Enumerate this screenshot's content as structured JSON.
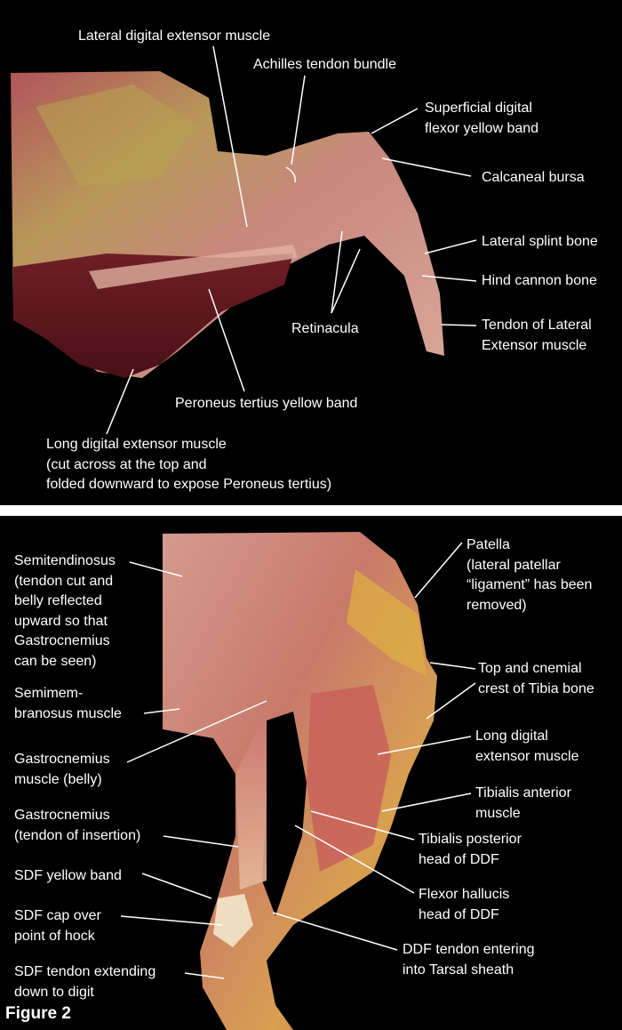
{
  "top_panel": {
    "labels": [
      {
        "id": "lateral-digital-extensor",
        "lines": [
          "Lateral digital extensor muscle"
        ]
      },
      {
        "id": "achilles-tendon-bundle",
        "lines": [
          "Achilles tendon bundle"
        ]
      },
      {
        "id": "superficial-digital-flexor",
        "lines": [
          "Superficial digital",
          "flexor yellow band"
        ]
      },
      {
        "id": "calcaneal-bursa",
        "lines": [
          "Calcaneal bursa"
        ]
      },
      {
        "id": "lateral-splint-bone",
        "lines": [
          "Lateral splint bone"
        ]
      },
      {
        "id": "hind-cannon-bone",
        "lines": [
          "Hind cannon bone"
        ]
      },
      {
        "id": "tendon-lateral-extensor",
        "lines": [
          "Tendon of Lateral",
          "Extensor muscle"
        ]
      },
      {
        "id": "retinacula",
        "lines": [
          "Retinacula"
        ]
      },
      {
        "id": "peroneus-tertius",
        "lines": [
          "Peroneus tertius yellow band"
        ]
      },
      {
        "id": "long-digital-extensor",
        "lines": [
          "Long digital extensor muscle",
          "(cut across at the top and",
          "folded downward to expose Peroneus tertius)"
        ]
      }
    ]
  },
  "bottom_panel": {
    "labels": [
      {
        "id": "semitendinosus",
        "lines": [
          "Semitendinosus",
          "(tendon cut and",
          "belly reflected",
          "upward so that",
          "Gastrocnemius",
          "can be seen)"
        ]
      },
      {
        "id": "semimembranosus",
        "lines": [
          "Semimem-",
          "branosus muscle"
        ]
      },
      {
        "id": "gastrocnemius-belly",
        "lines": [
          "Gastrocnemius",
          "muscle (belly)"
        ]
      },
      {
        "id": "gastrocnemius-tendon",
        "lines": [
          "Gastrocnemius",
          "(tendon of insertion)"
        ]
      },
      {
        "id": "sdf-yellow-band",
        "lines": [
          "SDF yellow band"
        ]
      },
      {
        "id": "sdf-cap",
        "lines": [
          "SDF cap over",
          "point of hock"
        ]
      },
      {
        "id": "sdf-tendon",
        "lines": [
          "SDF tendon extending",
          "down to digit"
        ]
      },
      {
        "id": "patella",
        "lines": [
          "Patella",
          "(lateral patellar",
          "“ligament” has been",
          "removed)"
        ]
      },
      {
        "id": "tibia-crest",
        "lines": [
          "Top and cnemial",
          "crest of Tibia bone"
        ]
      },
      {
        "id": "long-digital-extensor-2",
        "lines": [
          "Long digital",
          "extensor muscle"
        ]
      },
      {
        "id": "tibialis-anterior",
        "lines": [
          "Tibialis anterior",
          "muscle"
        ]
      },
      {
        "id": "tibialis-posterior",
        "lines": [
          "Tibialis  posterior",
          "head of DDF"
        ]
      },
      {
        "id": "flexor-hallucis",
        "lines": [
          "Flexor hallucis",
          "head of DDF"
        ]
      },
      {
        "id": "ddf-tendon",
        "lines": [
          "DDF tendon entering",
          "into Tarsal sheath"
        ]
      }
    ]
  },
  "figure_label": "Figure 2"
}
